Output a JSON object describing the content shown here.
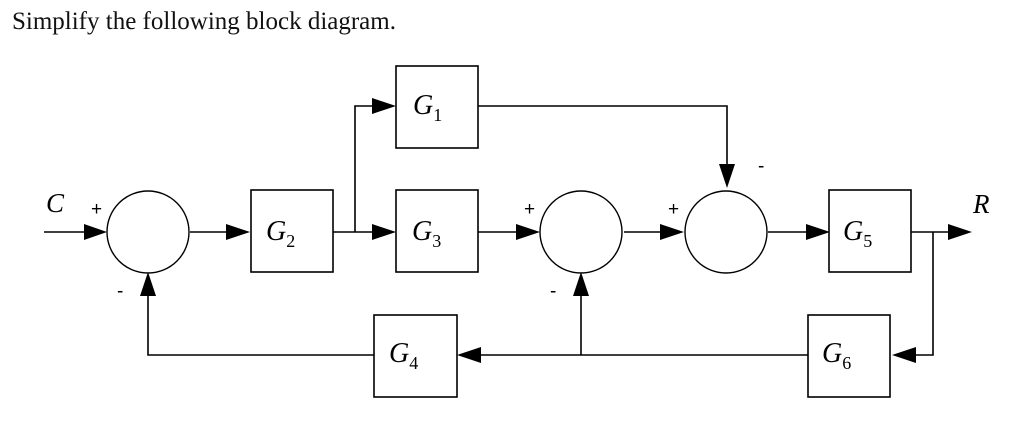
{
  "heading": "Simplify the following block diagram.",
  "blocks": {
    "g1": {
      "name": "G",
      "sub": "1"
    },
    "g2": {
      "name": "G",
      "sub": "2"
    },
    "g3": {
      "name": "G",
      "sub": "3"
    },
    "g4": {
      "name": "G",
      "sub": "4"
    },
    "g5": {
      "name": "G",
      "sub": "5"
    },
    "g6": {
      "name": "G",
      "sub": "6"
    }
  },
  "signals": {
    "input": "C",
    "output": "R"
  },
  "signs": {
    "s1_plus": "+",
    "s1_minus": "-",
    "s2_plus": "+",
    "s2_minus": "-",
    "s3_plus": "+",
    "s3_minus": "-"
  }
}
